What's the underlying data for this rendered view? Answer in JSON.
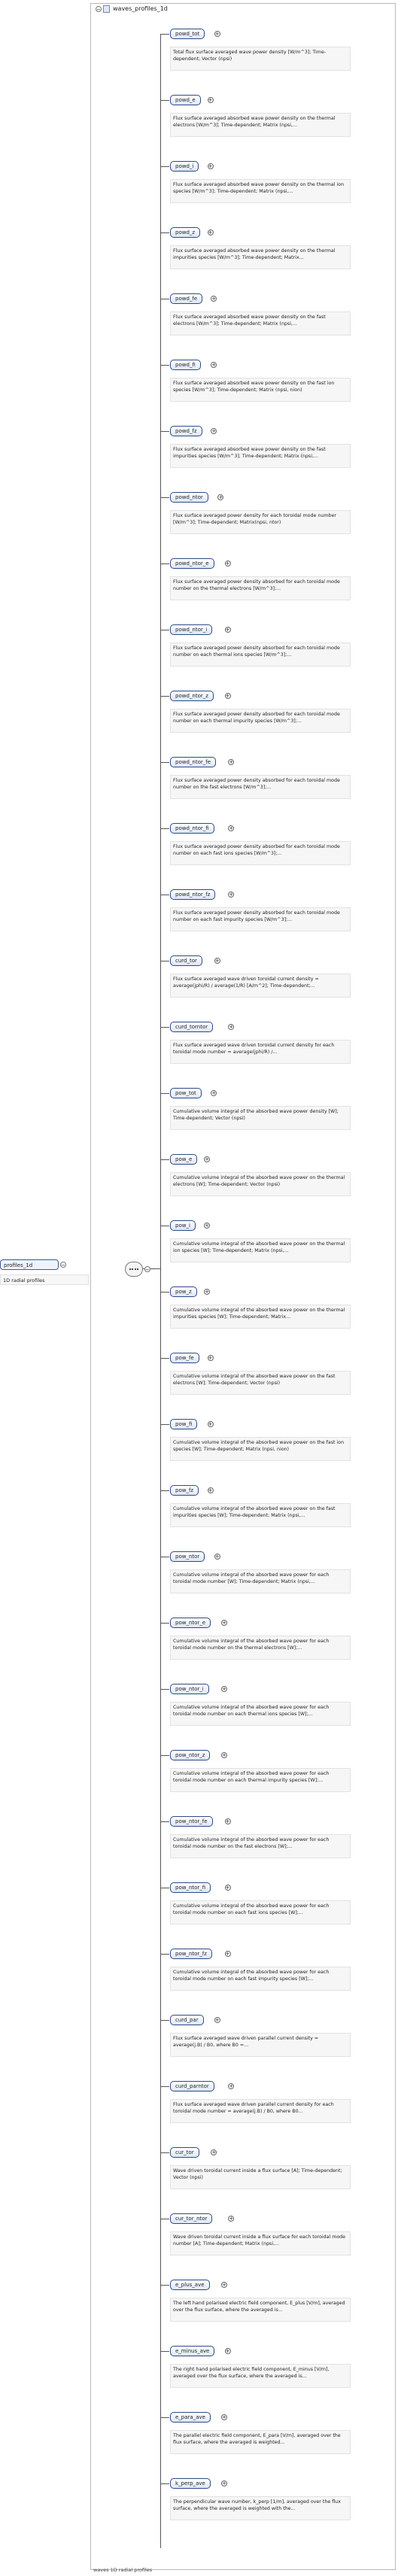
{
  "title": "waves_profiles_1d",
  "root": {
    "label": "profiles_1d",
    "description": "1D radial profiles"
  },
  "bottom_note": "waves 1D radial profiles",
  "elements": [
    {
      "label": "powd_tot",
      "description": "Total flux surface averaged wave power density [W/m^3]; Time-dependent; Vector (npsi)"
    },
    {
      "label": "powd_e",
      "description": "Flux surface averaged absorbed wave power density on the thermal electrons [W/m^3]; Time-dependent; Matrix (npsi,..."
    },
    {
      "label": "powd_i",
      "description": "Flux surface averaged absorbed wave power density on the thermal ion species [W/m^3]; Time-dependent; Matrix (npsi,..."
    },
    {
      "label": "powd_z",
      "description": "Flux surface averaged absorbed wave power density on the thermal impurities species [W/m^3]; Time-dependent; Matrix..."
    },
    {
      "label": "powd_fe",
      "description": "Flux surface averaged absorbed wave power density on the fast electrons [W/m^3]; Time-dependent; Matrix (npsi,..."
    },
    {
      "label": "powd_fi",
      "description": "Flux surface averaged absorbed wave power density on the fast ion species [W/m^3]; Time-dependent; Matrix (npsi, nion)"
    },
    {
      "label": "powd_fz",
      "description": "Flux surface averaged absorbed wave power density on the fast impurities species [W/m^3]; Time-dependent; Matrix (npsi,..."
    },
    {
      "label": "powd_ntor",
      "description": "Flux surface averaged power density for each toroidal mode number [W/m^3]; Time-dependent; Matrix(npsi, ntor)"
    },
    {
      "label": "powd_ntor_e",
      "description": "Flux surface averaged power density absorbed for each toroidal mode number on the thermal electrons [W/m^3];..."
    },
    {
      "label": "powd_ntor_i",
      "description": "Flux surface averaged power density absorbed for each toroidal mode number on each thermal ions species [W/m^3];..."
    },
    {
      "label": "powd_ntor_z",
      "description": "Flux surface averaged power density absorbed for each toroidal mode number on each thermal impurity species [W/m^3];..."
    },
    {
      "label": "powd_ntor_fe",
      "description": "Flux surface averaged power density absorbed for each toroidal mode number on the fast electrons [W/m^3];..."
    },
    {
      "label": "powd_ntor_fi",
      "description": "Flux surface averaged power density absorbed for each toroidal mode number on each fast ions species [W/m^3];..."
    },
    {
      "label": "powd_ntor_fz",
      "description": "Flux surface averaged power density absorbed for each toroidal mode number on each fast impurity species [W/m^3];..."
    },
    {
      "label": "curd_tor",
      "description": "Flux surface averaged wave driven toroidal current density = average(jphi/R) / average(1/R) [A/m^2]; Time-dependent;..."
    },
    {
      "label": "curd_torntor",
      "description": "Flux surface averaged wave driven toroidal current density for each toroidal mode number = average(jphi/R) /..."
    },
    {
      "label": "pow_tot",
      "description": "Cumulative volume integral of the absorbed wave power density [W]; Time-dependent; Vector (npsi)"
    },
    {
      "label": "pow_e",
      "description": "Cumulative volume integral of the absorbed wave power on the thermal electrons [W]; Time-dependent; Vector (npsi)"
    },
    {
      "label": "pow_i",
      "description": "Cumulative volume integral of the absorbed wave power on the thermal ion species [W]; Time-dependent; Matrix (npsi,..."
    },
    {
      "label": "pow_z",
      "description": "Cumulative volume integral of the absorbed wave power on the thermal impurities species [W]; Time-dependent; Matrix..."
    },
    {
      "label": "pow_fe",
      "description": "Cumulative volume integral of the absorbed wave power on the fast electrons [W]; Time-dependent; Vector (npsi)"
    },
    {
      "label": "pow_fi",
      "description": "Cumulative volume integral of the absorbed wave power on the fast ion species [W]; Time-dependent; Matrix (npsi, nion)"
    },
    {
      "label": "pow_fz",
      "description": "Cumulative volume integral of the absorbed wave power on the fast impurities species [W]; Time-dependent; Matrix (npsi,..."
    },
    {
      "label": "pow_ntor",
      "description": "Cumulative volume integral of the absorbed wave power for each toroidal mode number [W]; Time-dependent; Matrix (npsi,..."
    },
    {
      "label": "pow_ntor_e",
      "description": "Cumulative volume integral of the absorbed wave power for each toroidal mode number on the thermal electrons [W];..."
    },
    {
      "label": "pow_ntor_i",
      "description": "Cumulative volume integral of the absorbed wave power for each toroidal mode number on each thermal ions species [W];..."
    },
    {
      "label": "pow_ntor_z",
      "description": "Cumulative volume integral of the absorbed wave power for each toroidal mode number on each thermal impurity species [W];..."
    },
    {
      "label": "pow_ntor_fe",
      "description": "Cumulative volume integral of the absorbed wave power for each toroidal mode number on the fast electrons [W];..."
    },
    {
      "label": "pow_ntor_fi",
      "description": "Cumulative volume integral of the absorbed wave power for each toroidal mode number on each fast ions species [W];..."
    },
    {
      "label": "pow_ntor_fz",
      "description": "Cumulative volume integral of the absorbed wave power for each toroidal mode number on each fast impurity species [W];..."
    },
    {
      "label": "curd_par",
      "description": "Flux surface averaged wave driven parallel current density = average(j.B) / B0, where B0 =..."
    },
    {
      "label": "curd_parntor",
      "description": "Flux surface averaged wave driven parallel current density for each toroidal mode number = average(j.B) / B0, where B0..."
    },
    {
      "label": "cur_tor",
      "description": "Wave driven toroidal current inside a flux surface [A]; Time-dependent; Vector (npsi)"
    },
    {
      "label": "cur_tor_ntor",
      "description": "Wave driven toroidal current inside a flux surface for each toroidal mode number [A]; Time-dependent; Matrix (npsi,..."
    },
    {
      "label": "e_plus_ave",
      "description": "The left hand polarised electric field component, E_plus [V/m], averaged over the flux surface, where the averaged is..."
    },
    {
      "label": "e_minus_ave",
      "description": "The right hand polarised electric field component, E_minus [V/m], averaged over the flux surface, where the averaged is..."
    },
    {
      "label": "e_para_ave",
      "description": "The parallel electric field component, E_para [V/m], averaged over the flux surface, where the averaged is weighted..."
    },
    {
      "label": "k_perp_ave",
      "description": "The perpendicular wave number, k_perp [1/m], averaged over the flux surface, where the averaged is weighted with the..."
    }
  ]
}
